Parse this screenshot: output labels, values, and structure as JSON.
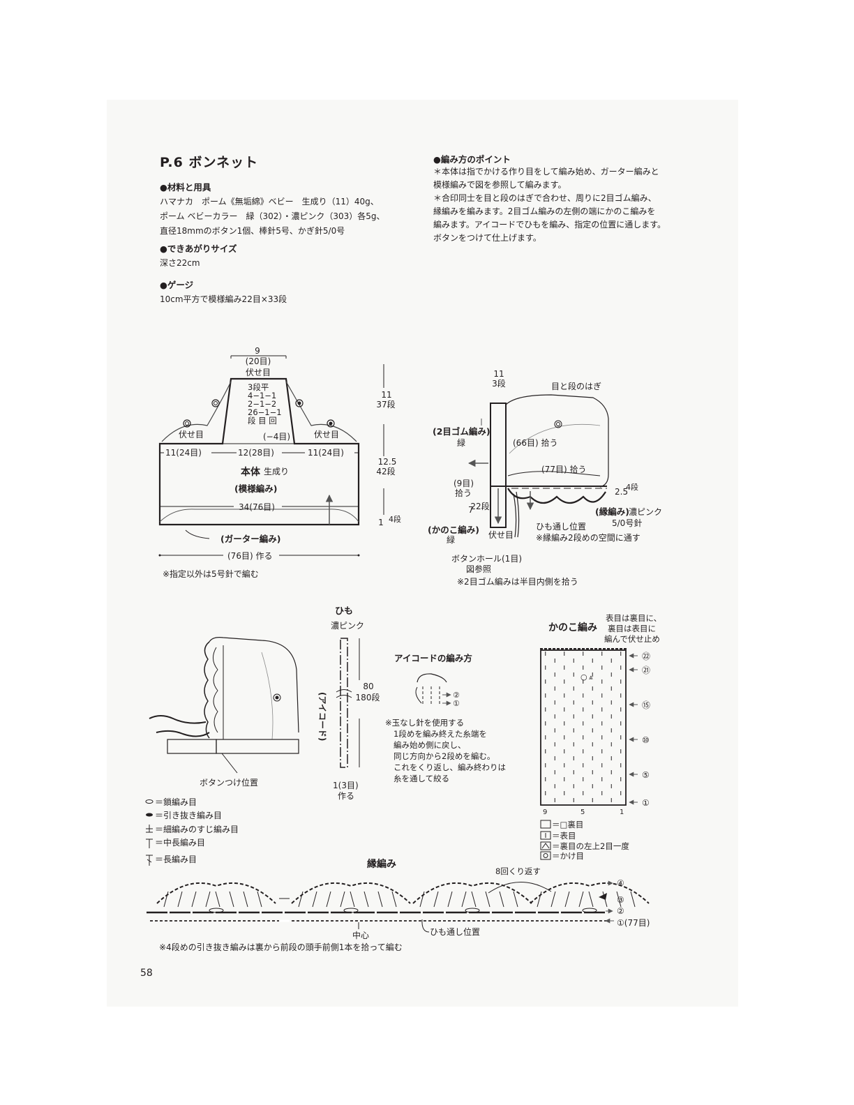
{
  "title": "P.6 ボンネット",
  "materials": {
    "heading": "●材料と用具",
    "lines": [
      "ハマナカ　ポーム《無垢綿》ベビー　生成り（11）40g、",
      "ポーム ベビーカラー　緑（302）・濃ピンク（303）各5g、",
      "直径18mmのボタン1個、棒針5号、かぎ針5/0号"
    ]
  },
  "size": {
    "heading": "●できあがりサイズ",
    "value": "深さ22cm"
  },
  "gauge": {
    "heading": "●ゲージ",
    "value": "10cm平方で模様編み22目×33段"
  },
  "points": {
    "heading": "●編み方のポイント",
    "lines": [
      "＊本体は指でかける作り目をして編み始め、ガーター編みと",
      "模様編みで図を参照して編みます。",
      "＊合印同士を目と段のはぎで合わせ、周りに2目ゴム編み、",
      "縁編みを編みます。2目ゴム編みの左側の端にかのこ編みを",
      "編みます。アイコードでひもを編み、指定の位置に通します。",
      "ボタンをつけて仕上げます。"
    ]
  },
  "body_diagram": {
    "top_width": "9",
    "top_stitches": "(20目)",
    "bind_off": "伏せ目",
    "decrease_table": [
      "3段平",
      "4−1−1",
      "2−1−2",
      "26−1−1",
      "段 目 回"
    ],
    "minus4": "(−4目)",
    "left_bind": "伏せ目",
    "right_bind": "伏せ目",
    "left_seg": "11(24目)",
    "mid_seg": "12(28目)",
    "right_seg": "11(24目)",
    "name": "本体",
    "name_color": "生成り",
    "pattern": "(模様編み)",
    "width": "34(76目)",
    "garter": "(ガーター編み)",
    "cast_on": "(76目) 作る",
    "h1": "11",
    "h1_rows": "37段",
    "h2": "12.5",
    "h2_rows": "42段",
    "h3": "1",
    "h3_rows": "4段",
    "note": "※指定以外は5号針で編む"
  },
  "assembly": {
    "top_val": "11",
    "top_rows": "3段",
    "seam": "目と段のはぎ",
    "rib": "(2目ゴム編み)",
    "rib_color": "緑",
    "pickup66": "(66目) 拾う",
    "pickup77": "(77目) 拾う",
    "pickup9": "(9目)",
    "pickup9b": "拾う",
    "dim7": "7",
    "rows22": "22段",
    "edge_val": "2.5",
    "edge_rows": "4段",
    "edging": "(縁編み)",
    "edging_color": "濃ピンク",
    "edging_hook": "5/0号針",
    "cord_pos": "ひも通し位置",
    "cord_note": "※縁編み2段めの空間に通す",
    "kanoko": "(かのこ編み)",
    "kanoko_color": "緑",
    "bind_off": "伏せ目",
    "buttonhole": "ボタンホール(1目)",
    "see_fig": "図参照",
    "note": "※2目ゴム編みは半目内側を拾う"
  },
  "bonnet_view": {
    "button_pos": "ボタンつけ位置"
  },
  "cord": {
    "title": "ひも",
    "color": "濃ピンク",
    "type": "(アイコード)",
    "len": "80",
    "rows": "180段",
    "cast": "1(3目)",
    "cast2": "作る"
  },
  "icord": {
    "title": "アイコードの編み方",
    "r1": "①",
    "r2": "②",
    "notes": [
      "※玉なし針を使用する",
      "1段めを編み終えた糸端を",
      "編み始め側に戻し、",
      "同じ方向から2段めを編む。",
      "これをくり返し、編み終わりは",
      "糸を通して絞る"
    ]
  },
  "kanoko_chart": {
    "title": "かのこ編み",
    "notes": [
      "表目は裏目に、",
      "裏目は表目に",
      "編んで伏せ止め"
    ],
    "row_labels": [
      "㉒",
      "㉑",
      "⑮",
      "⑩",
      "⑤",
      "①"
    ],
    "col_labels": [
      "9",
      "5",
      "1"
    ],
    "legend": [
      "＝□裏目",
      "＝表目",
      "＝裏目の左上2目一度",
      "＝かけ目"
    ]
  },
  "symbols": [
    "＝鎖編み目",
    "＝引き抜き編み目",
    "＝細編みのすじ編み目",
    "＝中長編み目",
    "＝長編み目"
  ],
  "edging_chart": {
    "title": "縁編み",
    "repeat": "8回くり返す",
    "rows": [
      "④",
      "③",
      "②",
      "①(77目)"
    ],
    "center": "中心",
    "cord_pos": "ひも通し位置",
    "note": "※4段めの引き抜き編みは裏から前段の頭手前側1本を拾って編む"
  },
  "page_number": "58"
}
